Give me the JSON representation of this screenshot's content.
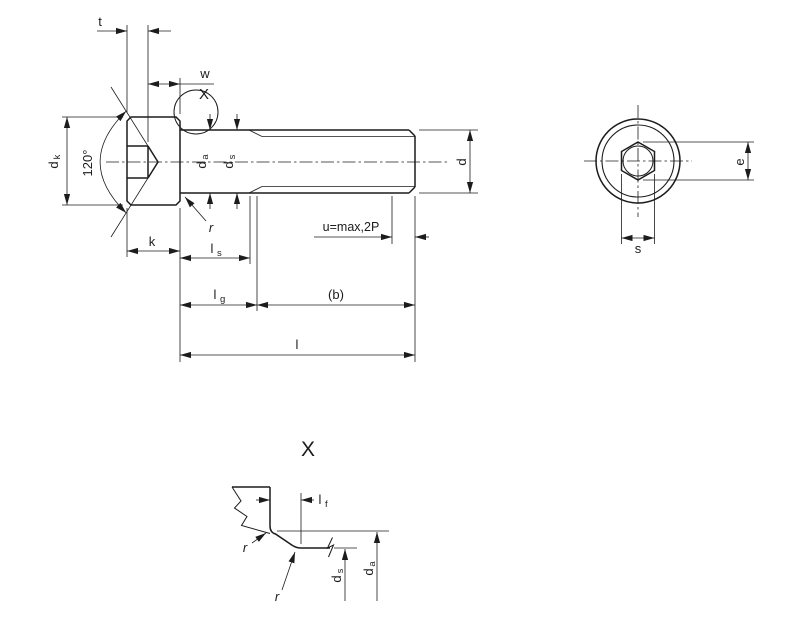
{
  "colors": {
    "ink": "#1c1c1c",
    "background": "#ffffff"
  },
  "labels": {
    "main": {
      "t": "t",
      "w": "w",
      "detail_ref": "X",
      "dk": {
        "base": "d",
        "sub": "k"
      },
      "angle": "120°",
      "da": {
        "base": "d",
        "sub": "a"
      },
      "ds": {
        "base": "d",
        "sub": "s"
      },
      "r": "r",
      "k": "k",
      "ls": {
        "base": "l",
        "sub": "s"
      },
      "u_note": "u=max,2P",
      "lg": {
        "base": "l",
        "sub": "g"
      },
      "b": "(b)",
      "l": "l",
      "d": "d"
    },
    "end": {
      "e": "e",
      "s": "s"
    },
    "detail": {
      "title": "X",
      "lf": {
        "base": "l",
        "sub": "f"
      },
      "r1": "r",
      "r2": "r",
      "ds": {
        "base": "d",
        "sub": "s"
      },
      "da": {
        "base": "d",
        "sub": "a"
      }
    }
  }
}
